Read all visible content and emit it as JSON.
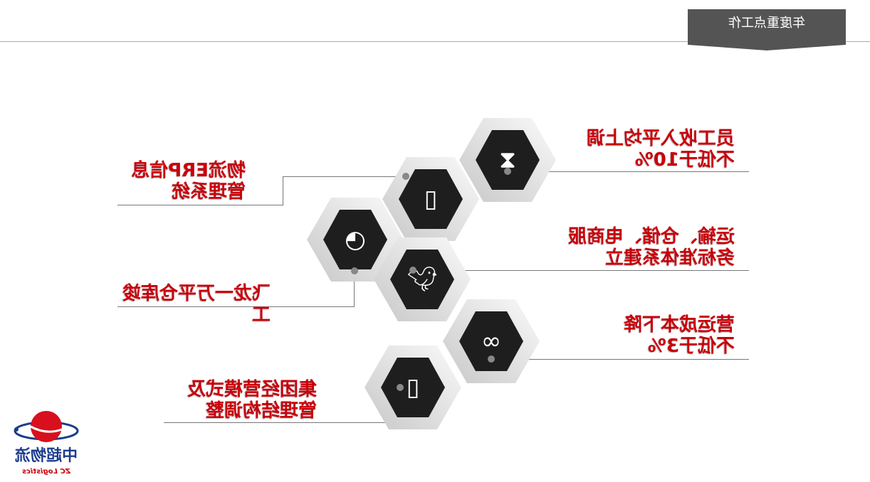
{
  "header": {
    "title": "年度重点工作"
  },
  "colors": {
    "accent": "#c8000a",
    "banner": "#545454",
    "hex_inner": "#1e1e1e"
  },
  "items": [
    {
      "line1": "员工收入平均上调",
      "line2": "不低于10%",
      "icon": "hourglass-icon"
    },
    {
      "line1": "物流ERP信息",
      "line2": "管理系统",
      "icon": "book-icon"
    },
    {
      "line1": "运输、仓储、电商服",
      "line2": "务标准体系建立",
      "icon": "twitter-bird-icon"
    },
    {
      "line1": "飞龙一万平仓库竣",
      "line2": "工",
      "icon": "bell-icon"
    },
    {
      "line1": "营运成本下降",
      "line2": "不低于3%",
      "icon": "link-icon"
    },
    {
      "line1": "集团经营模式及",
      "line2": "管理结构调整",
      "icon": "book-icon"
    }
  ],
  "logo": {
    "name": "中超物流",
    "subtitle": "ZC Logistics"
  }
}
